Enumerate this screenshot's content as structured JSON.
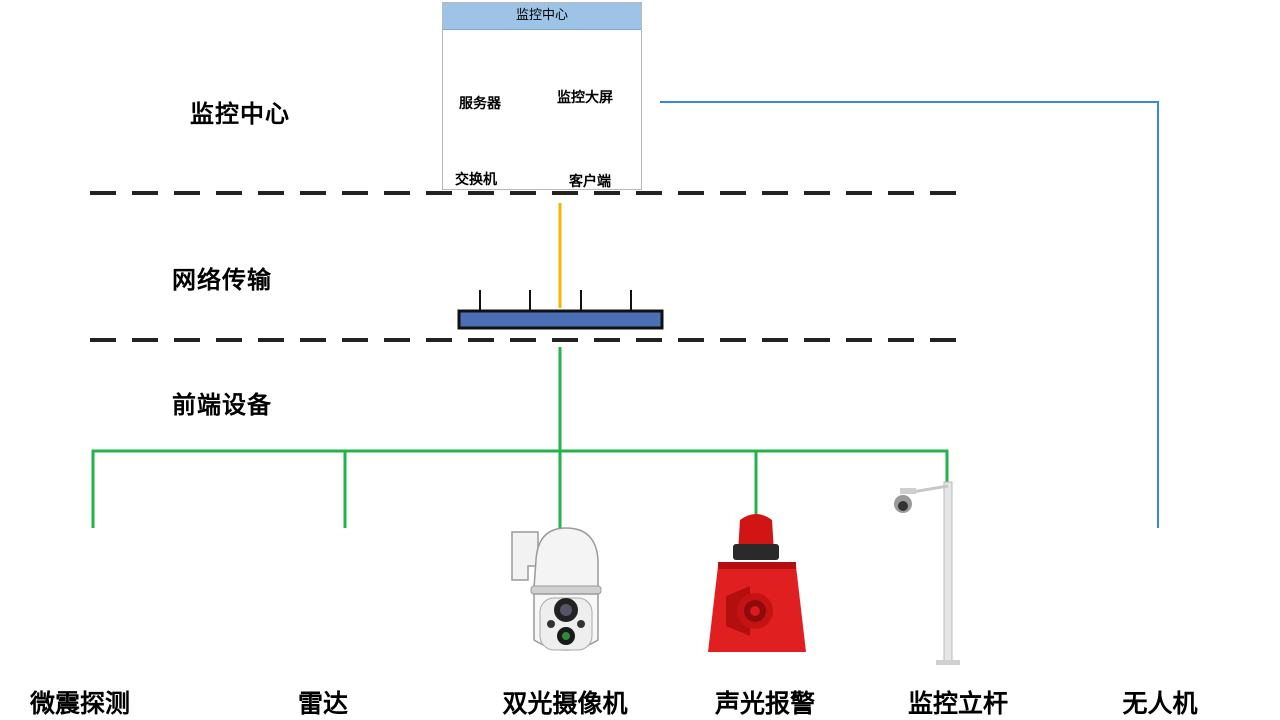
{
  "center_box": {
    "title": "监控中心",
    "server_label": "服务器",
    "screen_label": "监控大屏",
    "switch_label": "交换机",
    "client_label": "客户端"
  },
  "layers": {
    "monitoring_center": "监控中心",
    "network": "网络传输",
    "frontend": "前端设备"
  },
  "devices": {
    "seismic": "微震探测",
    "radar": "雷达",
    "dual_camera": "双光摄像机",
    "sound_light_alarm": "声光报警",
    "monitoring_pole": "监控立杆",
    "drone": "无人机"
  },
  "colors": {
    "blue_link": "#3a86e0",
    "orange_link": "#f5b800",
    "green_link": "#22b34a",
    "switch_fill": "#4a6fb5",
    "box_header": "#9dc3e6",
    "alarm_red": "#e02020"
  }
}
